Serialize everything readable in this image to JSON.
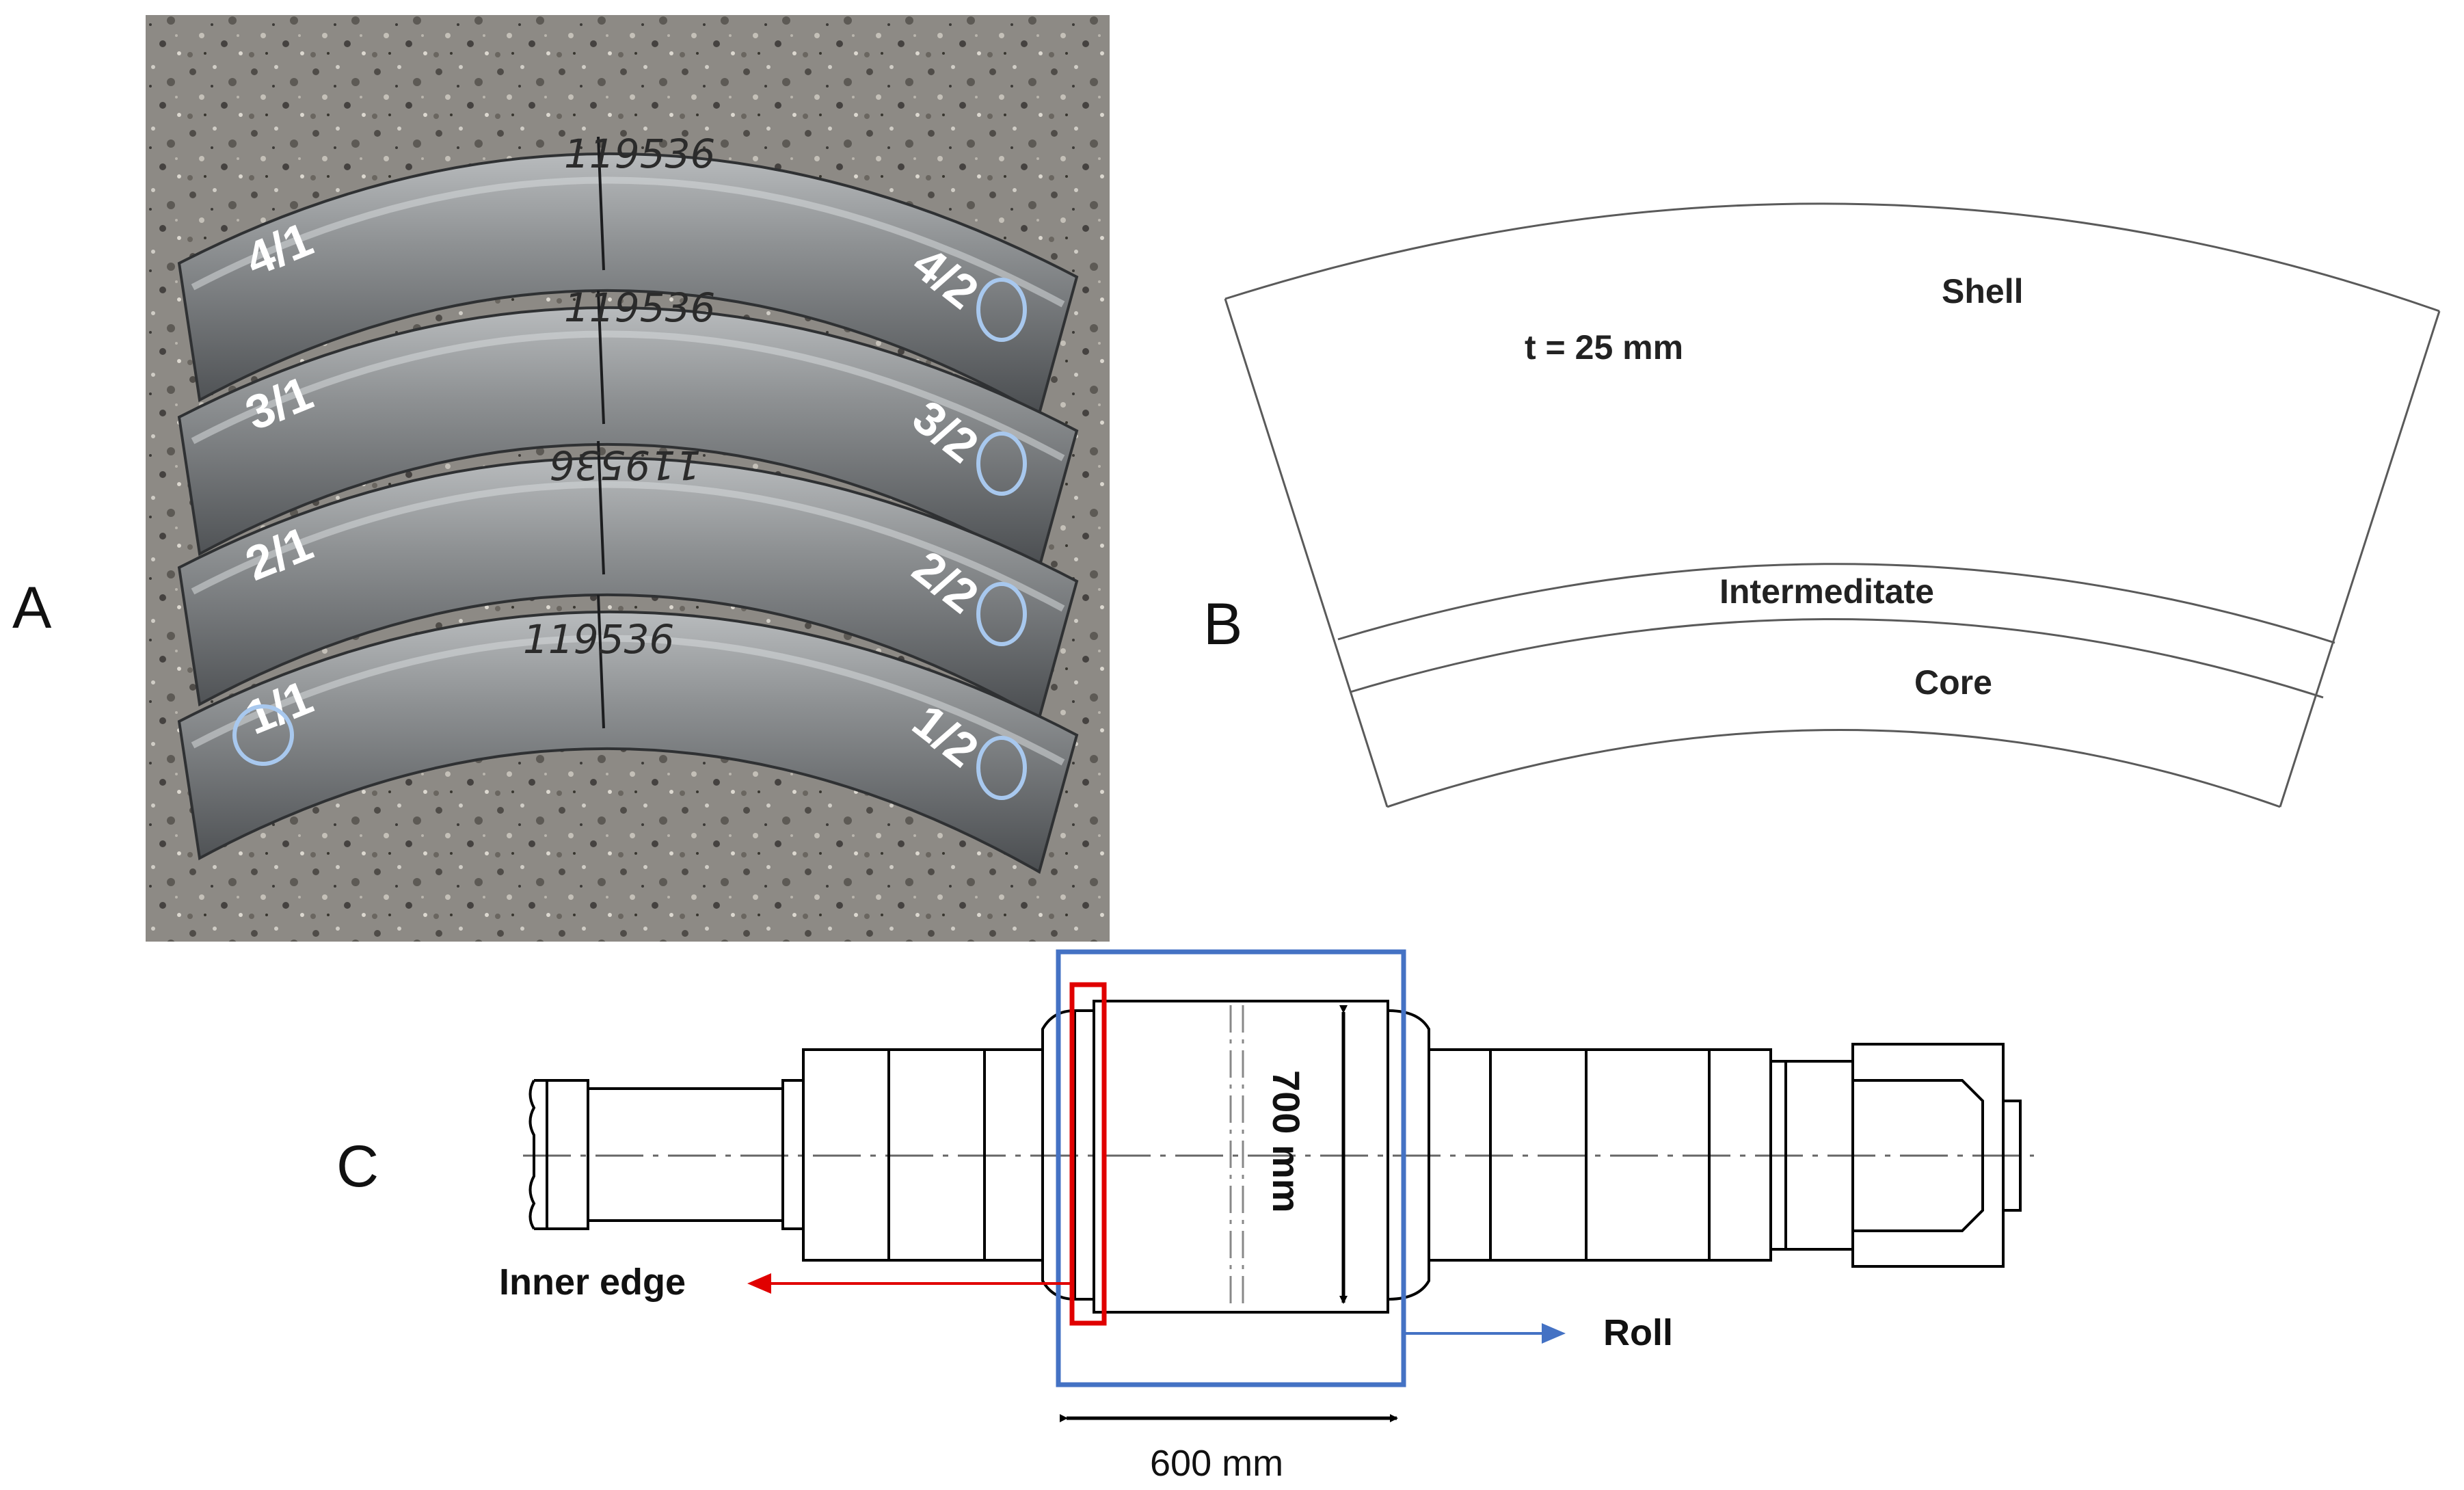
{
  "panels": {
    "a": {
      "label": "A",
      "segments": [
        {
          "left": "4/1",
          "right": "4/2",
          "stamp": "119536"
        },
        {
          "left": "3/1",
          "right": "3/2",
          "stamp": "119536"
        },
        {
          "left": "2/1",
          "right": "2/2",
          "stamp": "119536"
        },
        {
          "left": "1/1",
          "right": "1/2",
          "stamp": "119536"
        }
      ]
    },
    "b": {
      "label": "B",
      "thickness": "t = 25 mm",
      "regions": {
        "shell": "Shell",
        "intermediate": "Intermeditate",
        "core": "Core"
      }
    },
    "c": {
      "label": "C",
      "diameter": "700 mm",
      "length": "600 mm",
      "inner_edge": "Inner edge",
      "roll": "Roll"
    }
  },
  "colors": {
    "roll_box": "#4472c4",
    "inner_edge": "#e00000",
    "marker_circle": "#a8c8ee"
  }
}
